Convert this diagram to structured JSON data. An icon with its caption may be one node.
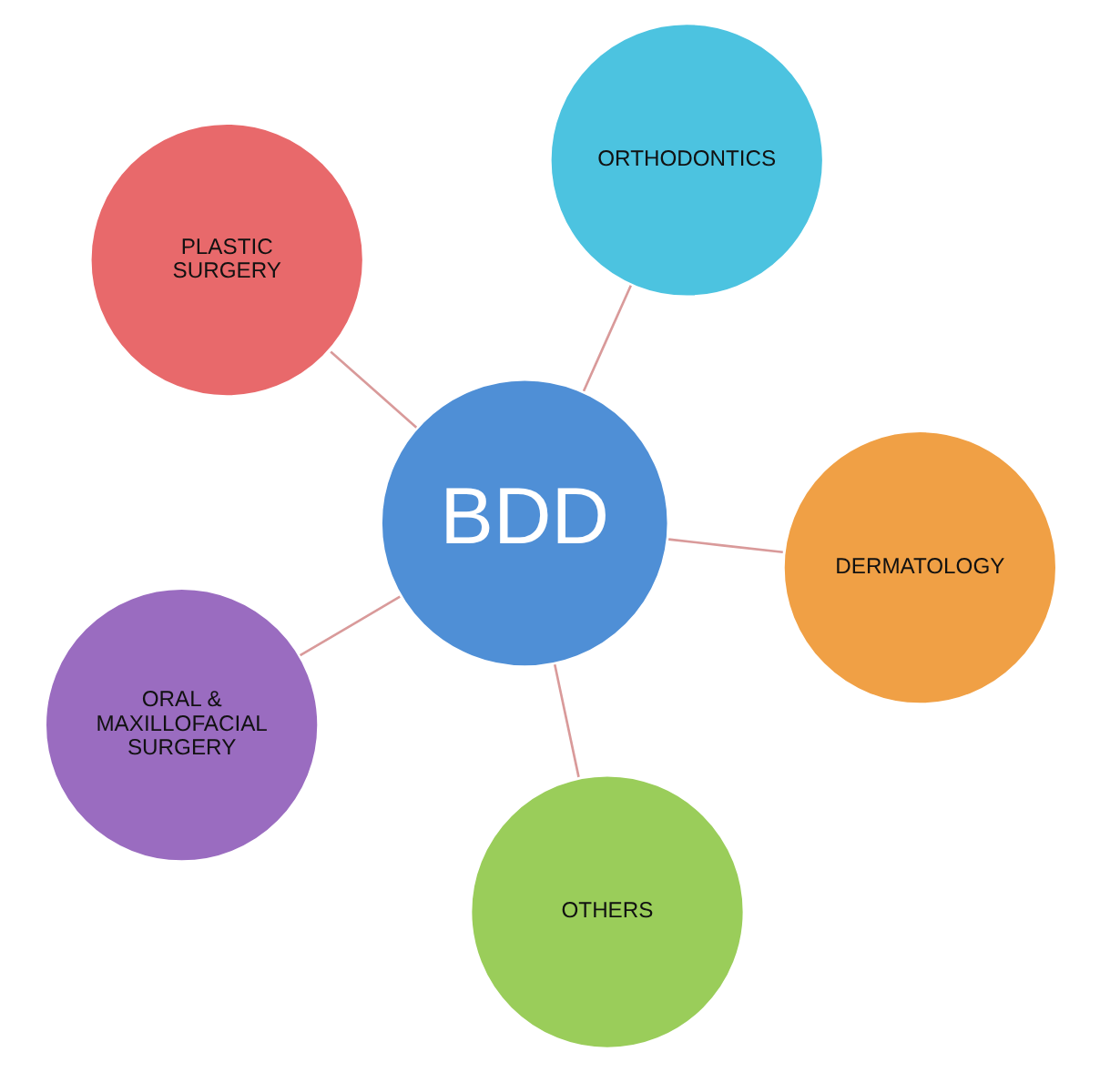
{
  "diagram": {
    "nodes": [
      {
        "text": [
          "PLASTIC SURGERY"
        ]
      },
      {
        "text": [
          "DERMATOLOGY"
        ]
      },
      {
        "text": [
          "OTHERS"
        ]
      },
      {
        "text": [
          "BDD"
        ]
      },
      {
        "text": [
          "ORTHODONTICS"
        ]
      },
      {
        "text": [
          "ORAL & MAXILLOFACIAL SURGERY"
        ]
      }
    ],
    "edges": [
      {
        "from": 3,
        "to": 0,
        "arrow": "none"
      },
      {
        "from": 3,
        "to": 2,
        "arrow": "none"
      },
      {
        "from": 3,
        "to": 5,
        "arrow": "none"
      },
      {
        "from": 3,
        "to": 4,
        "arrow": "none"
      },
      {
        "from": 3,
        "to": 1,
        "arrow": "none"
      }
    ]
  }
}
